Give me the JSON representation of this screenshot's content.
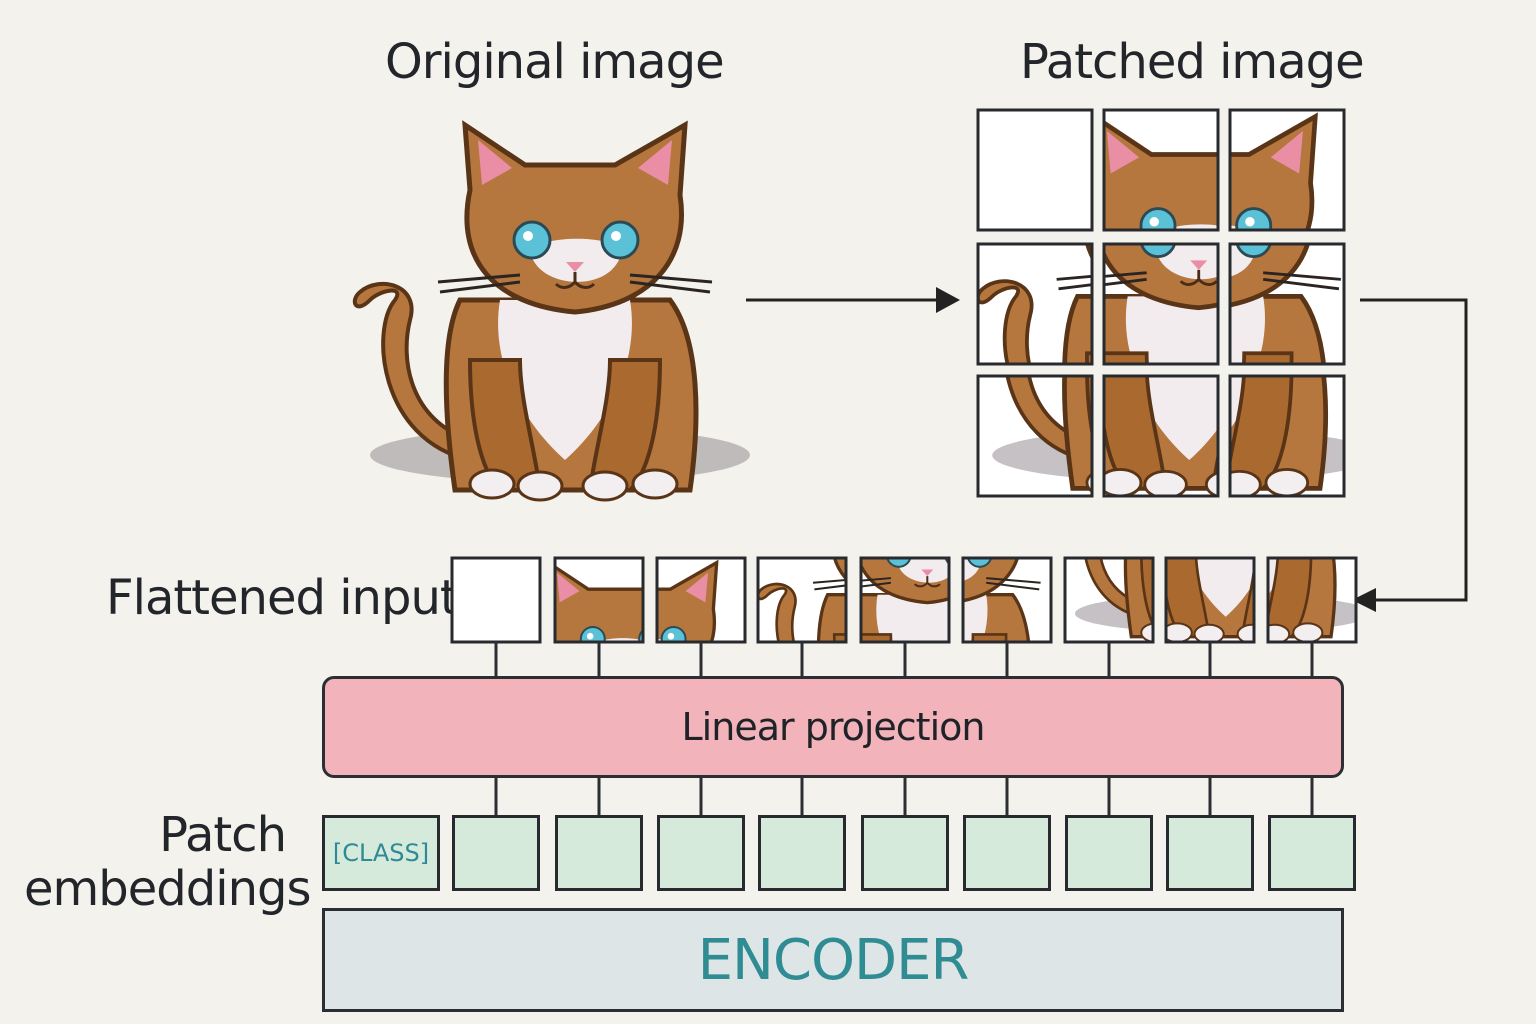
{
  "titles": {
    "original": "Original image",
    "patched": "Patched image"
  },
  "labels": {
    "flattened": "Flattened input",
    "patch_embeddings_line1": "Patch",
    "patch_embeddings_line2": "embeddings"
  },
  "blocks": {
    "linear_projection": "Linear projection",
    "class_token": "[CLASS]",
    "encoder": "ENCODER"
  },
  "colors": {
    "linear_fill": "#f2b3bb",
    "embedding_fill": "#d6eadc",
    "encoder_fill": "#dde5e6",
    "encoder_text": "#2f8c93",
    "cat_fur": "#b5773d",
    "cat_white": "#f2ecee"
  },
  "icons": {
    "encoder_corner": "expand-arrows-icon"
  }
}
